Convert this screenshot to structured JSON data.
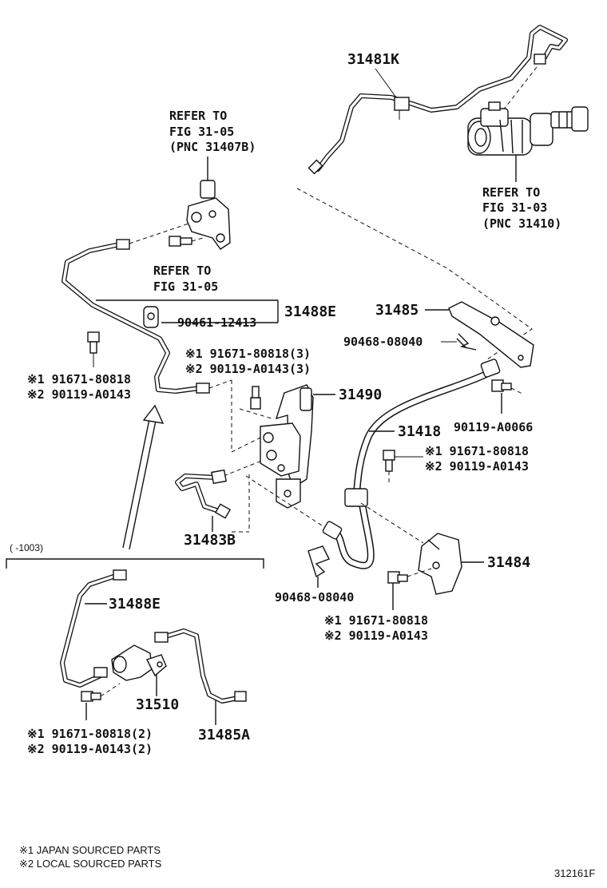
{
  "labels": {
    "p31481K": "31481K",
    "refer_fig_3105_top_1": "REFER TO",
    "refer_fig_3105_top_2": "FIG 31-05",
    "refer_fig_3105_top_3": "(PNC 31407B)",
    "refer_fig_3103_1": "REFER TO",
    "refer_fig_3103_2": "FIG 31-03",
    "refer_fig_3103_3": "(PNC 31410)",
    "refer_fig_3105_mid_1": "REFER TO",
    "refer_fig_3105_mid_2": "FIG 31-05",
    "p31488E_top": "31488E",
    "p90461_12413": "90461-12413",
    "p31485": "31485",
    "p90468_08040_top": "90468-08040",
    "left_note_1": "※1 91671-80818",
    "left_note_2": "※2 90119-A0143",
    "center_note_1": "※1 91671-80818(3)",
    "center_note_2": "※2 90119-A0143(3)",
    "p31490": "31490",
    "p90119_A0066": "90119-A0066",
    "p31418": "31418",
    "right_note_1": "※1 91671-80818",
    "right_note_2": "※2 90119-A0143",
    "p31483B": "31483B",
    "range_label": "(      -1003)",
    "p31484": "31484",
    "p90468_08040_bottom": "90468-08040",
    "bottom_note_1": "※1 91671-80818",
    "bottom_note_2": "※2 90119-A0143",
    "p31488E_bottom": "31488E",
    "p31510": "31510",
    "p31485A": "31485A",
    "lower_note_1": "※1 91671-80818(2)",
    "lower_note_2": "※2 90119-A0143(2)",
    "legend_1": "※1 JAPAN SOURCED PARTS",
    "legend_2": "※2 LOCAL SOURCED PARTS",
    "figure_id": "312161F"
  }
}
